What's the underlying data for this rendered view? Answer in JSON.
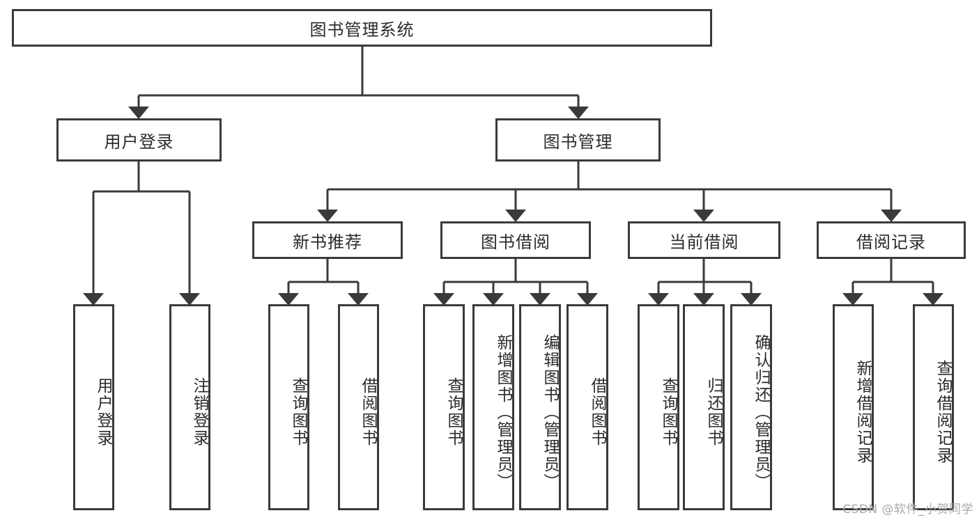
{
  "diagram": {
    "type": "tree",
    "title": "图书管理系统",
    "root": {
      "label": "图书管理系统"
    },
    "level2": [
      {
        "label": "用户登录"
      },
      {
        "label": "图书管理"
      }
    ],
    "level3": [
      {
        "label": "新书推荐"
      },
      {
        "label": "图书借阅"
      },
      {
        "label": "当前借阅"
      },
      {
        "label": "借阅记录"
      }
    ],
    "leaves": {
      "user_login": [
        {
          "label": "用户登录"
        },
        {
          "label": "注销登录"
        }
      ],
      "new_book_recommend": [
        {
          "label": "查询图书"
        },
        {
          "label": "借阅图书"
        }
      ],
      "book_borrow": [
        {
          "label": "查询图书"
        },
        {
          "label": "新增图书（管理员）"
        },
        {
          "label": "编辑图书（管理员）"
        },
        {
          "label": "借阅图书"
        }
      ],
      "current_borrow": [
        {
          "label": "查询图书"
        },
        {
          "label": "归还图书"
        },
        {
          "label": "确认归还（管理员）"
        }
      ],
      "borrow_records": [
        {
          "label": "新增借阅记录"
        },
        {
          "label": "查询借阅记录"
        }
      ]
    }
  },
  "watermark": {
    "text": "CSDN @软件_小贺同学"
  },
  "colors": {
    "stroke": "#3a3a3a",
    "text": "#2b2b2b",
    "background": "#ffffff",
    "watermark": "#a9a9a9"
  }
}
